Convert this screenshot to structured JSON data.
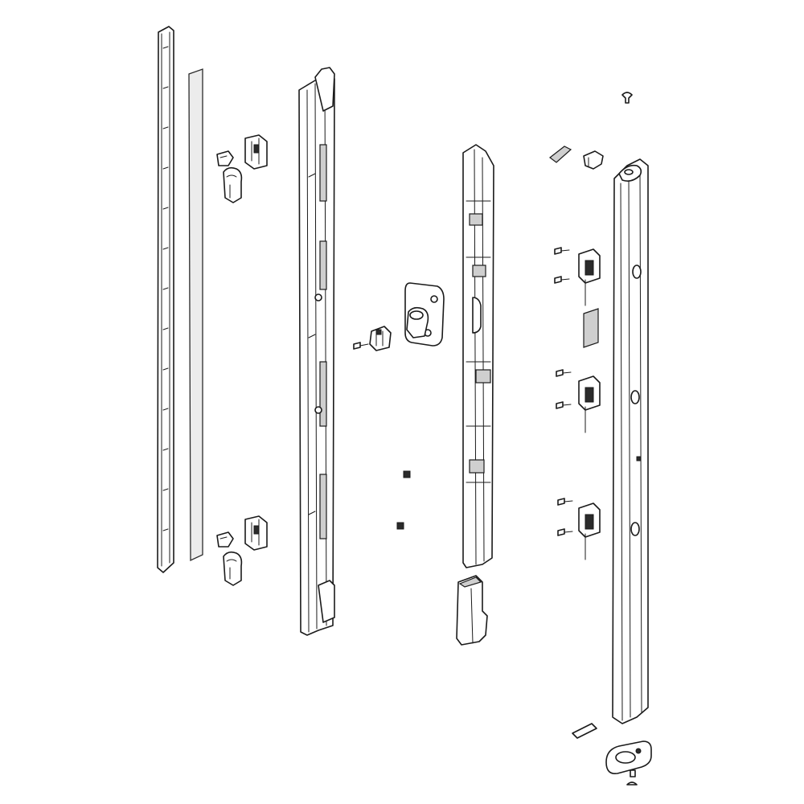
{
  "diagram": {
    "kind": "exploded parts view",
    "colors": {
      "line": "#1a1a1a",
      "fill": "#ffffff",
      "shade": "#cfcfcf",
      "glass": "#ececec"
    },
    "parts": [
      {
        "id": "door-gasket-trim",
        "icon": "long-trim-strip-icon"
      },
      {
        "id": "glass-insert",
        "icon": "glass-strip-icon"
      },
      {
        "id": "hinge-brackets-top",
        "icon": "hinge-bracket-icon"
      },
      {
        "id": "hinge-brackets-bottom",
        "icon": "hinge-bracket-icon"
      },
      {
        "id": "door-frame-rail",
        "icon": "frame-rail-icon"
      },
      {
        "id": "handle-mount-plate",
        "icon": "mount-plate-icon"
      },
      {
        "id": "latch-clip",
        "icon": "clip-icon"
      },
      {
        "id": "channel-cover",
        "icon": "channel-cover-icon"
      },
      {
        "id": "channel-end-cap",
        "icon": "end-cap-icon"
      },
      {
        "id": "handle-bar",
        "icon": "handle-bar-icon"
      },
      {
        "id": "magnet-holders",
        "icon": "magnet-holder-icon"
      },
      {
        "id": "screws",
        "icon": "screw-icon"
      },
      {
        "id": "end-caps",
        "icon": "end-cap-icon"
      }
    ]
  }
}
